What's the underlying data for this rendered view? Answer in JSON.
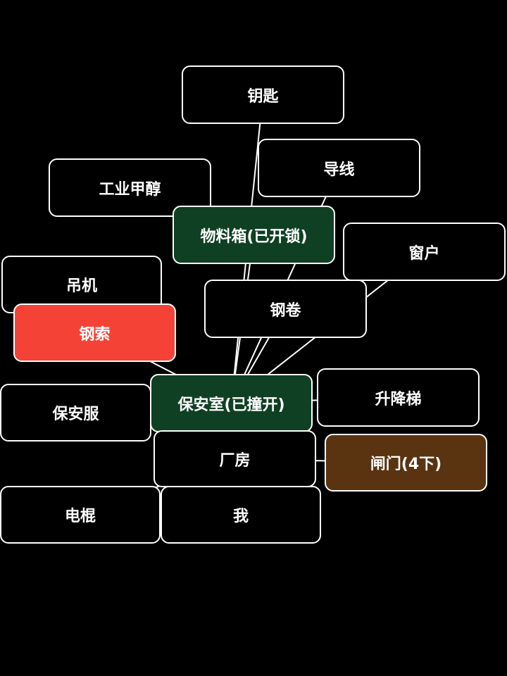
{
  "nodes": [
    {
      "id": "key",
      "label": "钥匙",
      "color": "#000000"
    },
    {
      "id": "wire",
      "label": "导线",
      "color": "#000000"
    },
    {
      "id": "methanol",
      "label": "工业甲醇",
      "color": "#000000"
    },
    {
      "id": "crate",
      "label": "物料箱(已开锁)",
      "color": "#0f4023"
    },
    {
      "id": "window",
      "label": "窗户",
      "color": "#000000"
    },
    {
      "id": "crane",
      "label": "吊机",
      "color": "#000000"
    },
    {
      "id": "steel-coil",
      "label": "钢卷",
      "color": "#000000"
    },
    {
      "id": "steel-cable",
      "label": "钢索",
      "color": "#f44336"
    },
    {
      "id": "security-room",
      "label": "保安室(已撞开)",
      "color": "#0f4023"
    },
    {
      "id": "lift",
      "label": "升降梯",
      "color": "#000000"
    },
    {
      "id": "uniform",
      "label": "保安服",
      "color": "#000000"
    },
    {
      "id": "factory",
      "label": "厂房",
      "color": "#000000"
    },
    {
      "id": "gate",
      "label": "闸门(4下)",
      "color": "#5a3311"
    },
    {
      "id": "baton",
      "label": "电棍",
      "color": "#000000"
    },
    {
      "id": "me",
      "label": "我",
      "color": "#000000"
    }
  ],
  "edges": [
    [
      "key",
      "security-room"
    ],
    [
      "wire",
      "security-room"
    ],
    [
      "methanol",
      "crate"
    ],
    [
      "crate",
      "security-room"
    ],
    [
      "window",
      "security-room"
    ],
    [
      "steel-coil",
      "security-room"
    ],
    [
      "steel-cable",
      "security-room"
    ],
    [
      "lift",
      "security-room"
    ],
    [
      "factory",
      "security-room"
    ],
    [
      "factory",
      "gate"
    ],
    [
      "factory",
      "baton"
    ],
    [
      "factory",
      "me"
    ]
  ]
}
